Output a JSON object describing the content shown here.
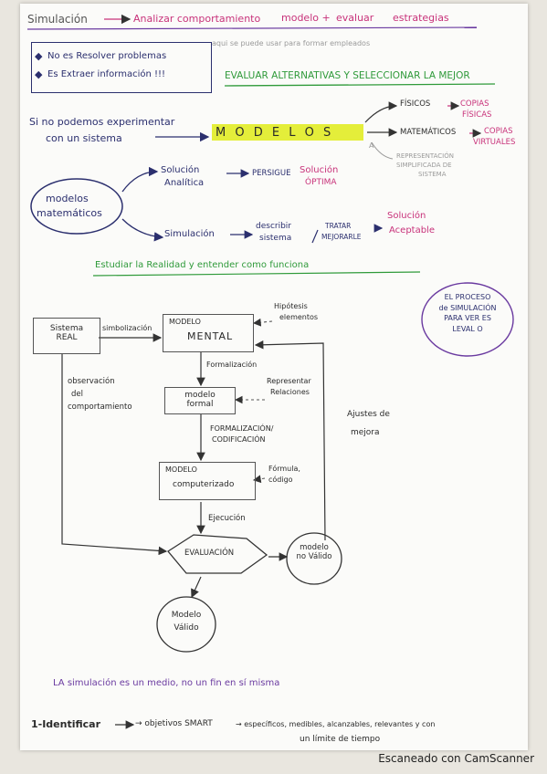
{
  "header": {
    "simulacion": "Simulación",
    "analizar": "Analizar comportamiento",
    "modelo_mas": "modelo +",
    "evaluar": "evaluar",
    "estrategias": "estrategias",
    "gray_note": "aqui se puede usar para formar empleados",
    "evaluar_alternativas": "EVALUAR ALTERNATIVAS Y SELECCIONAR LA MEJOR"
  },
  "notice_box": {
    "line1": "No es Resolver problemas",
    "line2": "Es Extraer información !!!"
  },
  "modelos_section": {
    "intro_1": "Si no podemos experimentar",
    "intro_2": "con un sistema",
    "modelos": "M O D E L O S",
    "fisicos": "FÍSICOS",
    "copias": "COPIAS",
    "fisicas": "FÍSICAS",
    "matematicos": "MATEMÁTICOS",
    "copias_virtuales_1": "COPIAS",
    "copias_virtuales_2": "VIRTUALES",
    "repr_1": "REPRESENTACIÓN",
    "repr_2": "SIMPLIFICADA DE",
    "repr_3": "SISTEMA",
    "a_mark": "A"
  },
  "modelos_matematicos": {
    "oval_1": "modelos",
    "oval_2": "matemáticos",
    "sol_analitica_1": "Solución",
    "sol_analitica_2": "Analítica",
    "persigue": "PERSIGUE",
    "sol_optima_1": "Solución",
    "sol_optima_2": "ÓPTIMA",
    "simulacion": "Simulación",
    "describir_1": "describir",
    "describir_2": "sistema",
    "tratar_1": "TRATAR",
    "tratar_2": "MEJORARLE",
    "sol_aceptable_1": "Solución",
    "sol_aceptable_2": "Aceptable"
  },
  "estudiar": "Estudiar la Realidad y entender como funciona",
  "proceso_circle": {
    "line1": "EL PROCESO",
    "line2": "de SIMULACIÓN",
    "line3": "PARA VER ES",
    "line4": "LEVAL O"
  },
  "flowchart": {
    "sistema_real_1": "Sistema",
    "sistema_real_2": "REAL",
    "simbolizacion": "simbolización",
    "modelo_mental_1": "MODELO",
    "modelo_mental_2": "MENTAL",
    "hipotesis_1": "Hipótesis",
    "hipotesis_2": "elementos",
    "formalizacion": "Formalización",
    "modelo_formal_1": "modelo",
    "modelo_formal_2": "formal",
    "representar_1": "Representar",
    "representar_2": "Relaciones",
    "ajustes_1": "Ajustes de",
    "ajustes_2": "mejora",
    "observacion_1": "observación",
    "observacion_2": "del",
    "observacion_3": "comportamiento",
    "formalizacion_cod_1": "FORMALIZACIÓN/",
    "formalizacion_cod_2": "CODIFICACIÓN",
    "modelo_comp_1": "MODELO",
    "modelo_comp_2": "computerizado",
    "formula_1": "Fórmula,",
    "formula_2": "código",
    "ejecucion": "Ejecución",
    "evaluacion": "EVALUACIÓN",
    "no_valido_1": "modelo",
    "no_valido_2": "no Válido",
    "valido_1": "Modelo",
    "valido_2": "Válido"
  },
  "bottom": {
    "medio": "LA simulación es un medio, no un fin en sí misma",
    "identificar": "1-Identificar",
    "objetivos": "→ objetivos SMART",
    "especificos": "→ específicos, medibles, alcanzables, relevantes y con",
    "limite": "un límite de tiempo"
  },
  "footer": "Escaneado con CamScanner"
}
